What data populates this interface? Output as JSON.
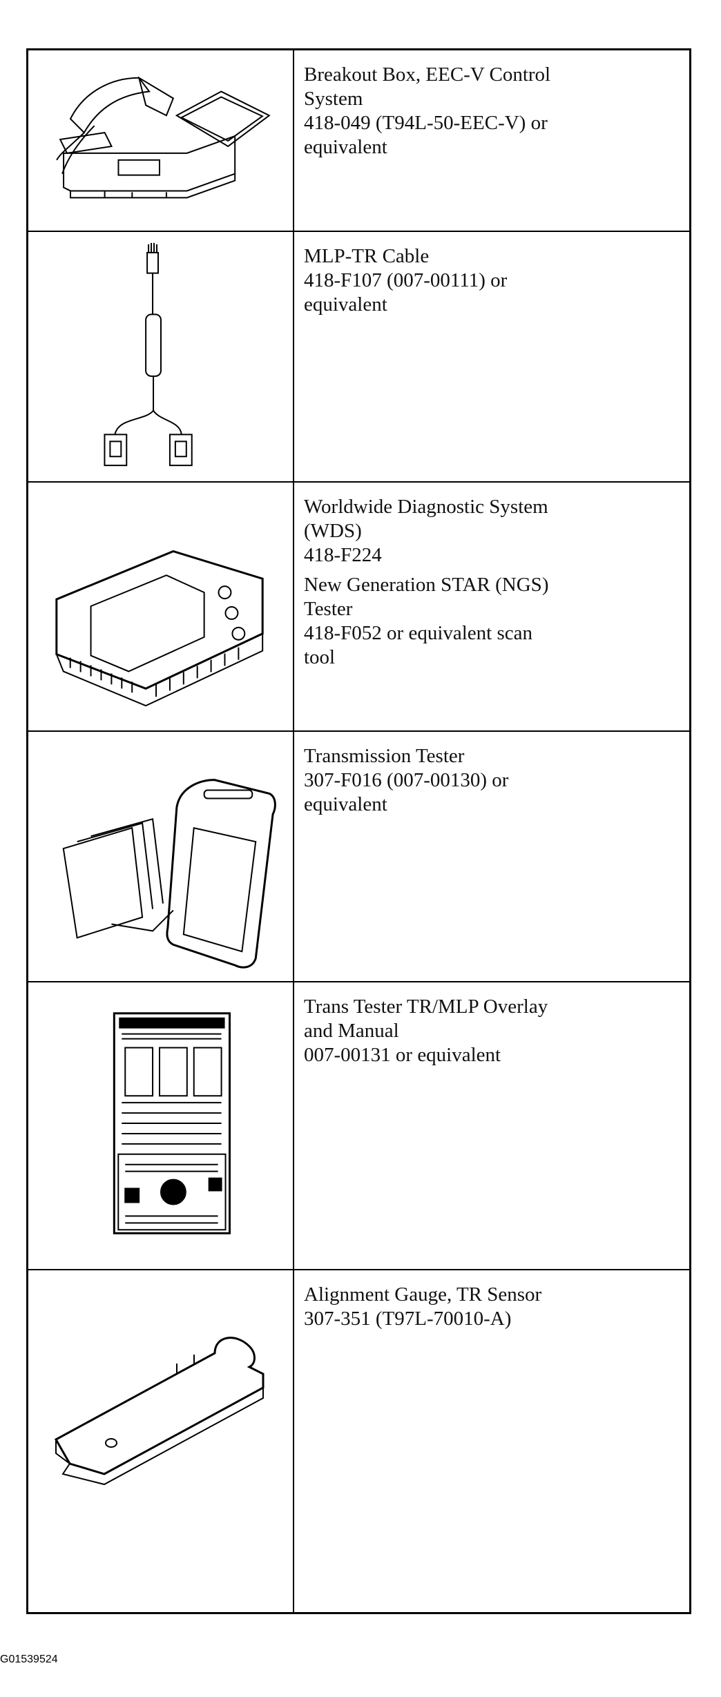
{
  "tools": [
    {
      "icon": "breakout-box-icon",
      "lines": [
        "Breakout Box, EEC-V Control",
        "System",
        "418-049 (T94L-50-EEC-V) or",
        "equivalent"
      ]
    },
    {
      "icon": "mlp-tr-cable-icon",
      "lines": [
        "MLP-TR Cable",
        "418-F107 (007-00111) or",
        "equivalent"
      ]
    },
    {
      "icon": "scan-tool-icon",
      "lines": [
        "Worldwide Diagnostic System",
        "(WDS)",
        "418-F224"
      ],
      "lines2": [
        "New Generation STAR (NGS)",
        "Tester",
        "418-F052 or equivalent scan",
        "tool"
      ]
    },
    {
      "icon": "transmission-tester-icon",
      "lines": [
        "Transmission Tester",
        "307-F016 (007-00130) or",
        "equivalent"
      ]
    },
    {
      "icon": "overlay-manual-icon",
      "lines": [
        "Trans Tester TR/MLP Overlay",
        "and Manual",
        "007-00131 or equivalent"
      ]
    },
    {
      "icon": "alignment-gauge-icon",
      "lines": [
        "Alignment Gauge, TR Sensor",
        "307-351 (T97L-70010-A)"
      ]
    }
  ],
  "figure_id": "G01539524"
}
